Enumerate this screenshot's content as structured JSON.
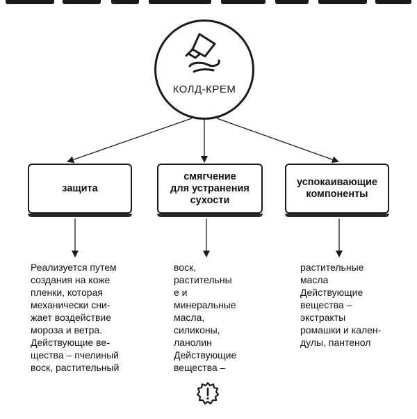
{
  "diagram": {
    "hub": {
      "label": "КОЛД-КРЕМ",
      "icon": "cream-tube-icon"
    },
    "branches": [
      {
        "title": "защита",
        "description": "Реализуется путем\nсоздания на коже\nпленки, которая\nмеханически сни-\nжает воздействие\nмороза и ветра.\nДействующие ве-\nщества – пчелиный\nвоск, растительный"
      },
      {
        "title": "смягчение\nдля устранения\nсухости",
        "description": "воск,\nрастительны\nе и\nминеральные\nмасла,\nсиликоны,\nланолин\nДействующие\nвещества –"
      },
      {
        "title": "успокаивающие\nкомпоненты",
        "description": "растительные\nмасла\nДействующие\nвещества –\nэкстракты\nромашки и кален-\nдулы, пантенол"
      }
    ],
    "footer_icon": "exclamation-gear-icon",
    "colors": {
      "line": "#1a1a1a",
      "text": "#111111",
      "background": "#ffffff"
    }
  }
}
